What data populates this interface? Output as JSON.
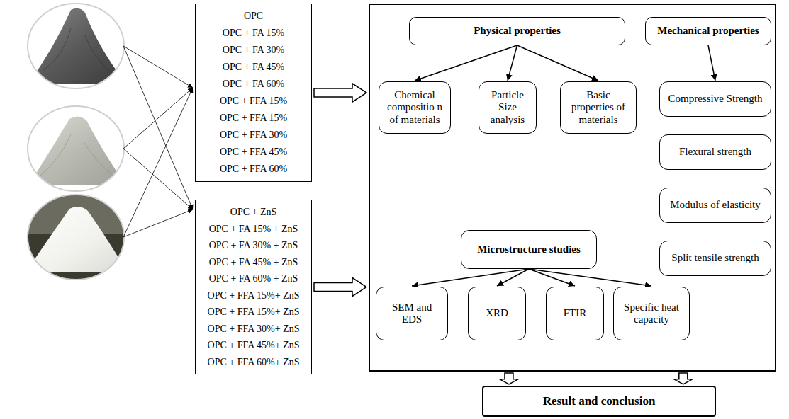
{
  "diagram": {
    "nodes": [
      {
        "text": [
          "OPC",
          "OPC + FA 15%",
          "OPC + FA 30%",
          "OPC + FA 45%",
          "OPC + FA 60%",
          "OPC + FFA 15%",
          "OPC + FFA 15%",
          "OPC + FFA 30%",
          "OPC + FFA 45%",
          "OPC + FFA 60%"
        ]
      },
      {
        "text": [
          "OPC + ZnS",
          "OPC + FA 15% + ZnS",
          "OPC + FA 30% + ZnS",
          "OPC + FA 45% + ZnS",
          "OPC + FA 60% + ZnS",
          "OPC + FFA 15%+ ZnS",
          "OPC + FFA 15%+ ZnS",
          "OPC + FFA 30%+ ZnS",
          "OPC + FFA 45%+ ZnS",
          "OPC + FFA 60%+ ZnS"
        ]
      },
      {
        "text": []
      },
      {
        "text": [
          "Physical properties"
        ],
        "in": 2
      },
      {
        "text": [
          "Mechanical properties"
        ],
        "in": 2
      },
      {
        "text": [
          "Chemical compositio n of materials"
        ],
        "in": 2
      },
      {
        "text": [
          "Particle Size analysis"
        ],
        "in": 2
      },
      {
        "text": [
          "Basic properties of materials"
        ],
        "in": 2
      },
      {
        "text": [
          "Compressive Strength"
        ],
        "in": 2
      },
      {
        "text": [
          "Flexural strength"
        ],
        "in": 2
      },
      {
        "text": [
          "Modulus of elasticity"
        ],
        "in": 2
      },
      {
        "text": [
          "Split tensile strength"
        ],
        "in": 2
      },
      {
        "text": [
          "Microstructure studies"
        ],
        "in": 2
      },
      {
        "text": [
          "SEM and EDS"
        ],
        "in": 2
      },
      {
        "text": [
          "XRD"
        ],
        "in": 2
      },
      {
        "text": [
          "FTIR"
        ],
        "in": 2
      },
      {
        "text": [
          "Specific heat capacity"
        ],
        "in": 2
      },
      {
        "text": [
          "Result and conclusion"
        ]
      }
    ],
    "edges": [
      {
        "from": 0,
        "to": 2,
        "arrow": "to"
      },
      {
        "from": 1,
        "to": 2,
        "arrow": "to"
      },
      {
        "from": 3,
        "to": 5,
        "arrow": "to"
      },
      {
        "from": 3,
        "to": 6,
        "arrow": "to"
      },
      {
        "from": 3,
        "to": 7,
        "arrow": "to"
      },
      {
        "from": 4,
        "to": 8,
        "arrow": "to"
      },
      {
        "from": 12,
        "to": 13,
        "arrow": "to"
      },
      {
        "from": 12,
        "to": 14,
        "arrow": "to"
      },
      {
        "from": 12,
        "to": 15,
        "arrow": "to"
      },
      {
        "from": 12,
        "to": 16,
        "arrow": "to"
      },
      {
        "from": 2,
        "to": 17,
        "arrow": "to"
      },
      {
        "from": 2,
        "to": 17,
        "arrow": "to"
      }
    ]
  }
}
